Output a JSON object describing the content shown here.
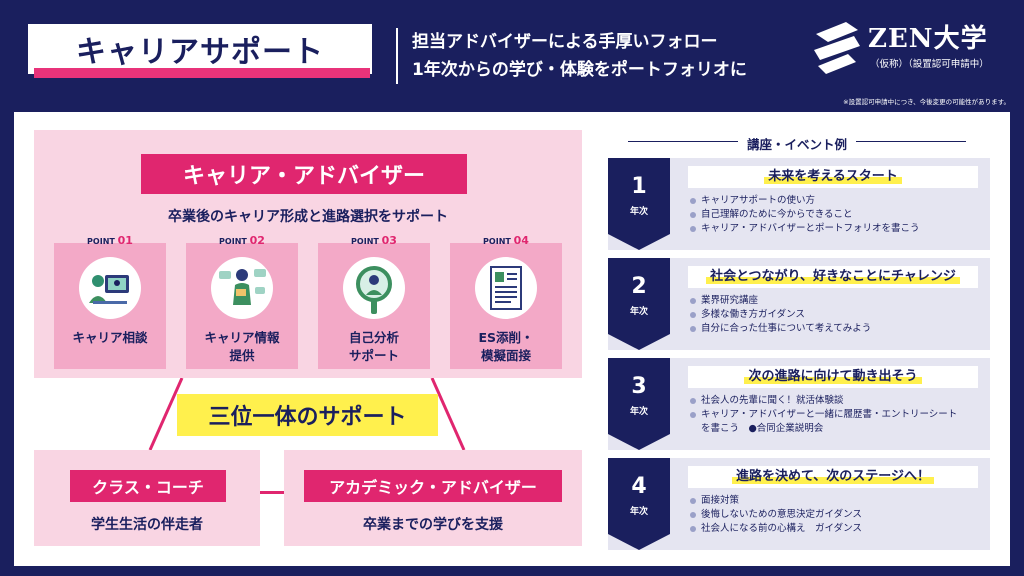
{
  "header": {
    "title": "キャリアサポート",
    "subtitle_line1": "担当アドバイザーによる手厚いフォロー",
    "subtitle_line2": "1年次からの学び・体験をポートフォリオに",
    "logo_name": "ZEN大学",
    "logo_sub": "（仮称）（設置認可申請中）",
    "notice": "※設置認可申請中につき、今後変更の可能性があります。"
  },
  "career_advisor": {
    "title": "キャリア・アドバイザー",
    "lead": "卒業後のキャリア形成と進路選択をサポート",
    "points": [
      {
        "label": "POINT",
        "num": "01",
        "text_line1": "キャリア相談",
        "text_line2": "",
        "icon": "consultation-icon"
      },
      {
        "label": "POINT",
        "num": "02",
        "text_line1": "キャリア情報",
        "text_line2": "提供",
        "icon": "information-icon"
      },
      {
        "label": "POINT",
        "num": "03",
        "text_line1": "自己分析",
        "text_line2": "サポート",
        "icon": "self-analysis-icon"
      },
      {
        "label": "POINT",
        "num": "04",
        "text_line1": "ES添削・",
        "text_line2": "模擬面接",
        "icon": "document-icon"
      }
    ]
  },
  "trinity": "三位一体のサポート",
  "coach": {
    "tag": "クラス・コーチ",
    "text": "学生生活の伴走者"
  },
  "academic": {
    "tag": "アカデミック・アドバイザー",
    "text": "卒業までの学びを支援"
  },
  "events": {
    "title": "講座・イベント例",
    "years": [
      {
        "num": "1",
        "unit": "年次",
        "head": "未来を考えるスタート",
        "items": [
          "キャリアサポートの使い方",
          "自己理解のために今からできること",
          "キャリア・アドバイザーとポートフォリオを書こう"
        ]
      },
      {
        "num": "2",
        "unit": "年次",
        "head": "社会とつながり、好きなことにチャレンジ",
        "items": [
          "業界研究講座",
          "多様な働き方ガイダンス",
          "自分に合った仕事について考えてみよう"
        ]
      },
      {
        "num": "3",
        "unit": "年次",
        "head": "次の進路に向けて動き出そう",
        "items": [
          "社会人の先輩に聞く！就活体験談",
          "キャリア・アドバイザーと一緒に履歴書・エントリーシート",
          "を書こう　●合同企業説明会"
        ]
      },
      {
        "num": "4",
        "unit": "年次",
        "head": "進路を決めて、次のステージへ！",
        "items": [
          "面接対策",
          "後悔しないための意思決定ガイダンス",
          "社会人になる前の心構え　ガイダンス"
        ]
      }
    ]
  },
  "colors": {
    "navy": "#1a1f5e",
    "pink": "#e0266f",
    "light_pink": "#f9d5e3",
    "yellow": "#fff04d",
    "lavender": "#e5e5f1"
  }
}
